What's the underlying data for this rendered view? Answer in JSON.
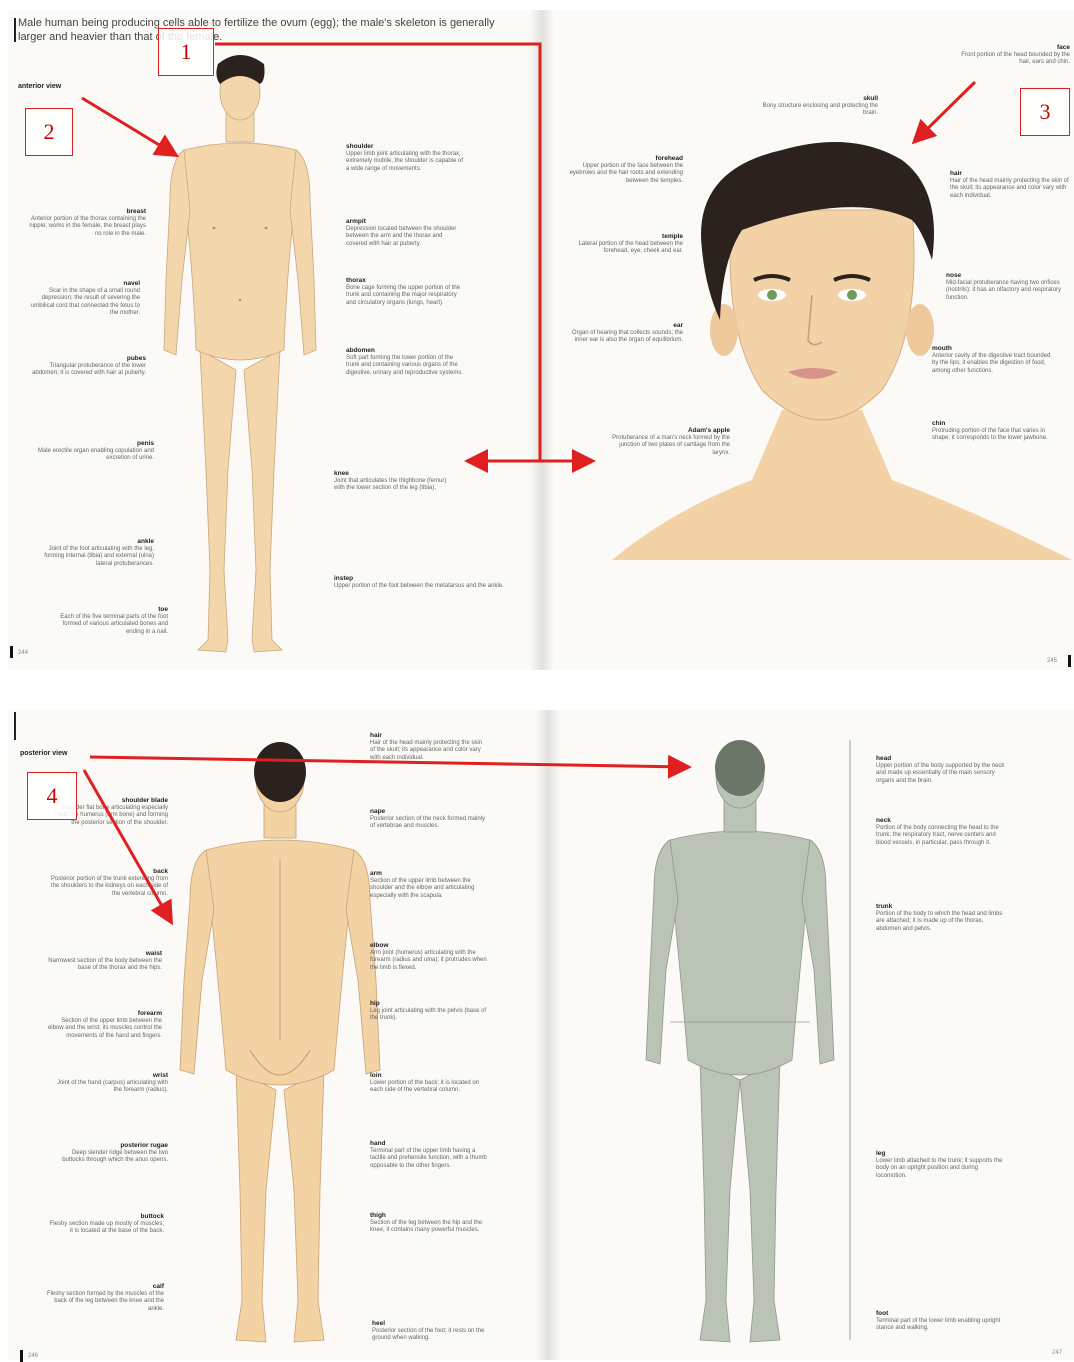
{
  "spread1": {
    "intro": "Male human being producing cells able to fertilize the ovum (egg); the male's skeleton is generally larger and heavier than that of the female.",
    "view_label": "anterior view",
    "left_labels": [
      {
        "term": "breast",
        "desc": "Anterior portion of the thorax containing the nipple; works in the female, the breast plays no role in the male."
      },
      {
        "term": "navel",
        "desc": "Scar in the shape of a small round depression; the result of severing the umbilical cord that connected the fetus to the mother."
      },
      {
        "term": "pubes",
        "desc": "Triangular protuberance of the lower abdomen; it is covered with hair at puberty."
      },
      {
        "term": "penis",
        "desc": "Male erectile organ enabling copulation and excretion of urine."
      },
      {
        "term": "ankle",
        "desc": "Joint of the foot articulating with the leg, forming internal (tibia) and external (ulna) lateral protuberances."
      },
      {
        "term": "toe",
        "desc": "Each of the five terminal parts of the foot formed of various articulated bones and ending in a nail."
      }
    ],
    "right_labels": [
      {
        "term": "shoulder",
        "desc": "Upper limb joint articulating with the thorax; extremely mobile, the shoulder is capable of a wide range of movements."
      },
      {
        "term": "armpit",
        "desc": "Depression located between the shoulder between the arm and the thorax and covered with hair at puberty."
      },
      {
        "term": "thorax",
        "desc": "Bone cage forming the upper portion of the trunk and containing the major respiratory and circulatory organs (lungs, heart)."
      },
      {
        "term": "abdomen",
        "desc": "Soft part forming the lower portion of the trunk and containing various organs of the digestive, urinary and reproductive systems."
      },
      {
        "term": "knee",
        "desc": "Joint that articulates the thighbone (femur) with the lower section of the leg (tibia)."
      },
      {
        "term": "instep",
        "desc": "Upper portion of the foot between the metatarsus and the ankle."
      }
    ],
    "face_labels": [
      {
        "term": "face",
        "desc": "Front portion of the head bounded by the hair, ears and chin."
      },
      {
        "term": "skull",
        "desc": "Bony structure enclosing and protecting the brain."
      },
      {
        "term": "forehead",
        "desc": "Upper portion of the face between the eyebrows and the hair roots and extending between the temples."
      },
      {
        "term": "hair",
        "desc": "Hair of the head mainly protecting the skin of the skull; its appearance and color vary with each individual."
      },
      {
        "term": "temple",
        "desc": "Lateral portion of the head between the forehead, eye, cheek and ear."
      },
      {
        "term": "nose",
        "desc": "Mid-facial protuberance having two orifices (nostrils); it has an olfactory and respiratory function."
      },
      {
        "term": "ear",
        "desc": "Organ of hearing that collects sounds; the inner ear is also the organ of equilibrium."
      },
      {
        "term": "mouth",
        "desc": "Anterior cavity of the digestive tract bounded by the lips; it enables the digestion of food, among other functions."
      },
      {
        "term": "Adam's apple",
        "desc": "Protuberance of a man's neck formed by the junction of two plates of cartilage from the larynx."
      },
      {
        "term": "chin",
        "desc": "Protruding portion of the face that varies in shape; it corresponds to the lower jawbone."
      }
    ],
    "page_left": "244",
    "page_right": "245"
  },
  "spread2": {
    "view_label": "posterior view",
    "left_labels": [
      {
        "term": "shoulder blade",
        "desc": "Shoulder flat bone articulating especially with the humerus (arm bone) and forming the posterior section of the shoulder."
      },
      {
        "term": "back",
        "desc": "Posterior portion of the trunk extending from the shoulders to the kidneys on each side of the vertebral column."
      },
      {
        "term": "waist",
        "desc": "Narrowest section of the body between the base of the thorax and the hips."
      },
      {
        "term": "forearm",
        "desc": "Section of the upper limb between the elbow and the wrist; its muscles control the movements of the hand and fingers."
      },
      {
        "term": "wrist",
        "desc": "Joint of the hand (carpus) articulating with the forearm (radius)."
      },
      {
        "term": "posterior rugae",
        "desc": "Deep slender ridge between the two buttocks through which the anus opens."
      },
      {
        "term": "buttock",
        "desc": "Fleshy section made up mostly of muscles; it is located at the base of the back."
      },
      {
        "term": "calf",
        "desc": "Fleshy section formed by the muscles of the back of the leg between the knee and the ankle."
      }
    ],
    "right_labels": [
      {
        "term": "hair",
        "desc": "Hair of the head mainly protecting the skin of the skull; its appearance and color vary with each individual."
      },
      {
        "term": "nape",
        "desc": "Posterior section of the neck formed mainly of vertebrae and muscles."
      },
      {
        "term": "arm",
        "desc": "Section of the upper limb between the shoulder and the elbow and articulating especially with the scapula."
      },
      {
        "term": "elbow",
        "desc": "Arm joint (humerus) articulating with the forearm (radius and ulna); it protrudes when the limb is flexed."
      },
      {
        "term": "hip",
        "desc": "Leg joint articulating with the pelvis (base of the trunk)."
      },
      {
        "term": "loin",
        "desc": "Lower portion of the back; it is located on each side of the vertebral column."
      },
      {
        "term": "hand",
        "desc": "Terminal part of the upper limb having a tactile and prehensile function, with a thumb opposable to the other fingers."
      },
      {
        "term": "thigh",
        "desc": "Section of the leg between the hip and the knee; it contains many powerful muscles."
      },
      {
        "term": "heel",
        "desc": "Posterior section of the foot; it rests on the ground when walking."
      }
    ],
    "grey_labels": [
      {
        "term": "head",
        "desc": "Upper portion of the body supported by the neck and made up essentially of the main sensory organs and the brain."
      },
      {
        "term": "neck",
        "desc": "Portion of the body connecting the head to the trunk; the respiratory tract, nerve centers and blood vessels, in particular, pass through it."
      },
      {
        "term": "trunk",
        "desc": "Portion of the body to which the head and limbs are attached; it is made up of the thorax, abdomen and pelvis."
      },
      {
        "term": "leg",
        "desc": "Lower limb attached to the trunk; it supports the body on an upright position and during locomotion."
      },
      {
        "term": "foot",
        "desc": "Terminal part of the lower limb enabling upright stance and walking."
      }
    ],
    "page_left": "246",
    "page_right": "247"
  },
  "markers": [
    "1",
    "2",
    "3",
    "4"
  ],
  "colors": {
    "accent": "#e02020",
    "skin": "#f3d3a6",
    "hair": "#2b211d",
    "grey_figure": "#b9c2b4"
  }
}
